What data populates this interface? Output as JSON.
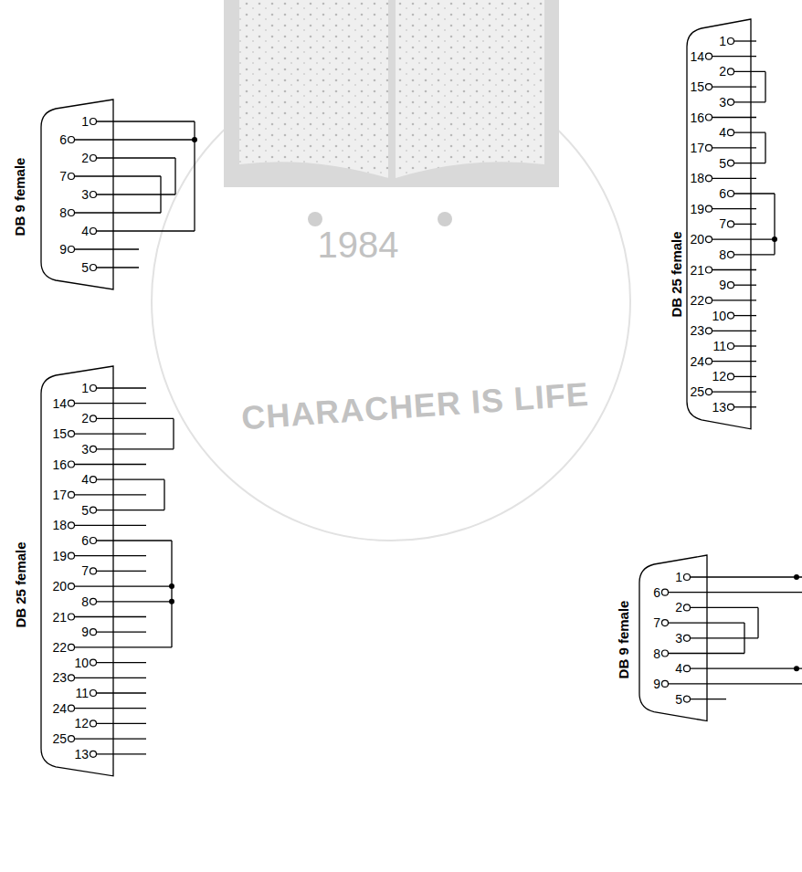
{
  "diagram": {
    "labels": [
      "1984",
      "CHARACHER IS LIFE",
      "DB 9 female",
      "1",
      "6",
      "2",
      "7",
      "3",
      "8",
      "4",
      "9",
      "5",
      "DB 25 female",
      "1",
      "14",
      "2",
      "15",
      "3",
      "16",
      "4",
      "17",
      "5",
      "18",
      "6",
      "19",
      "7",
      "20",
      "8",
      "21",
      "9",
      "22",
      "10",
      "23",
      "11",
      "24",
      "12",
      "25",
      "13",
      "DB 25 female",
      "1",
      "14",
      "2",
      "15",
      "3",
      "16",
      "4",
      "17",
      "5",
      "18",
      "6",
      "19",
      "7",
      "20",
      "8",
      "21",
      "9",
      "22",
      "10",
      "23",
      "11",
      "24",
      "12",
      "25",
      "13",
      "DB 9 female",
      "1",
      "6",
      "2",
      "7",
      "3",
      "8",
      "4",
      "9",
      "5"
    ]
  }
}
